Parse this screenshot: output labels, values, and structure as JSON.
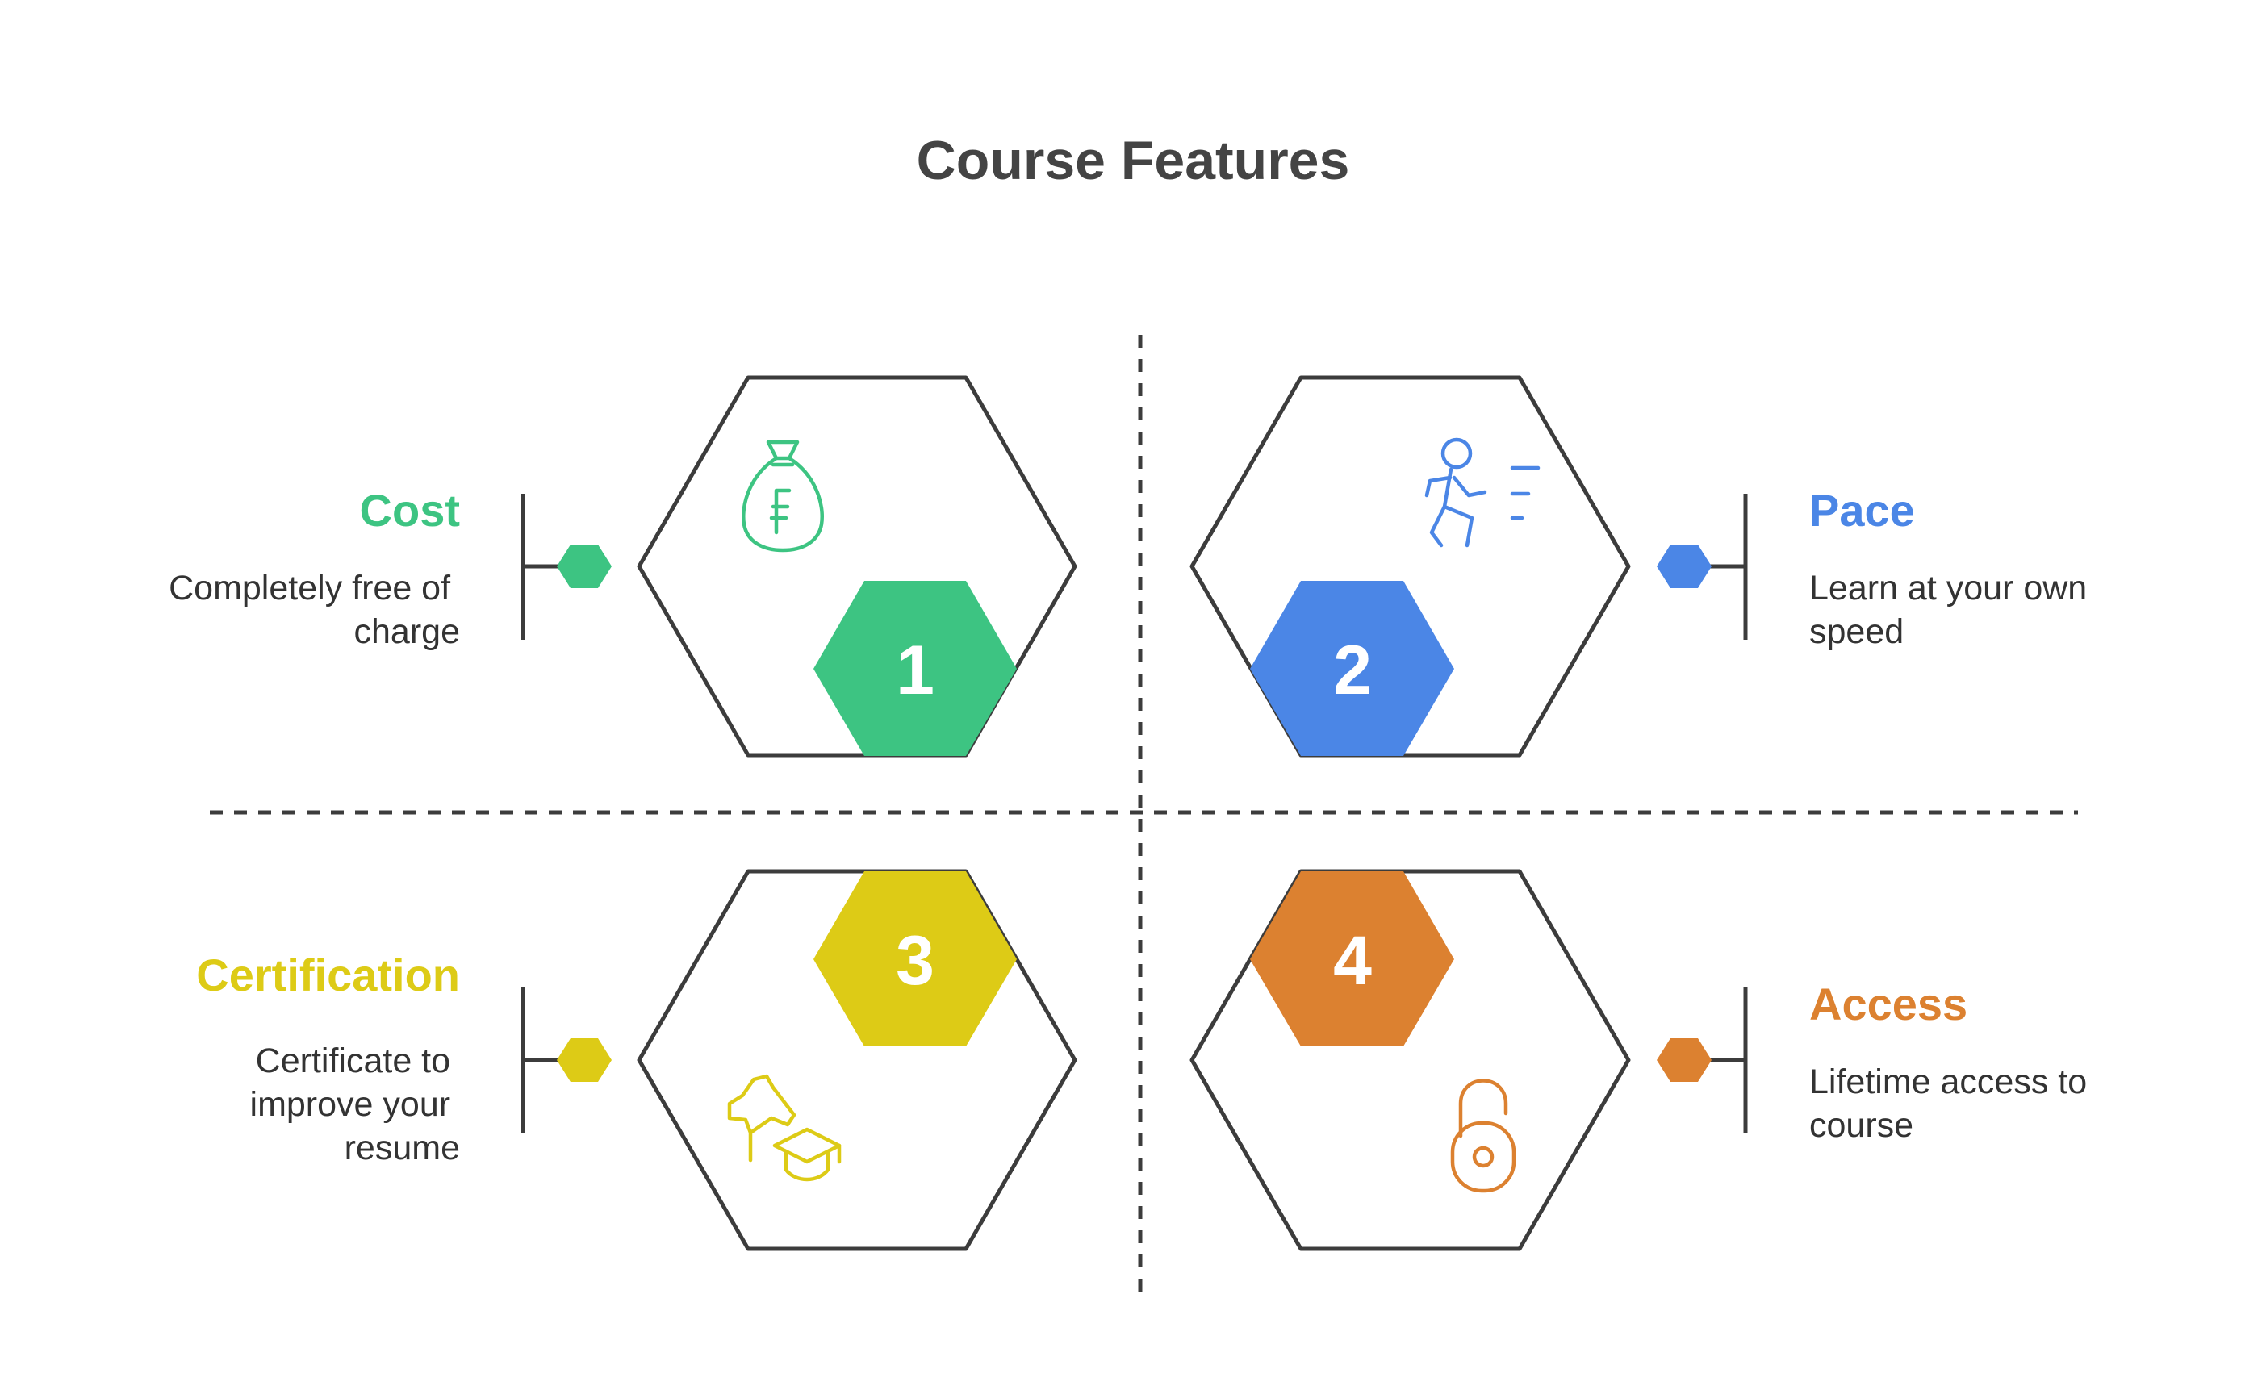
{
  "title": "Course Features",
  "colors": {
    "cost": "#3DC482",
    "pace": "#4B86E6",
    "certification": "#DDCB16",
    "access": "#DC8130",
    "outline": "#3C3C3C"
  },
  "features": [
    {
      "number": "1",
      "heading": "Cost",
      "description": [
        "Completely free of",
        "charge"
      ],
      "icon": "money-bag-icon"
    },
    {
      "number": "2",
      "heading": "Pace",
      "description": [
        "Learn at your own",
        "speed"
      ],
      "icon": "running-person-icon"
    },
    {
      "number": "3",
      "heading": "Certification",
      "description": [
        "Certificate to",
        "improve your",
        "resume"
      ],
      "icon": "graduation-icon"
    },
    {
      "number": "4",
      "heading": "Access",
      "description": [
        "Lifetime access to",
        "course"
      ],
      "icon": "unlock-icon"
    }
  ]
}
